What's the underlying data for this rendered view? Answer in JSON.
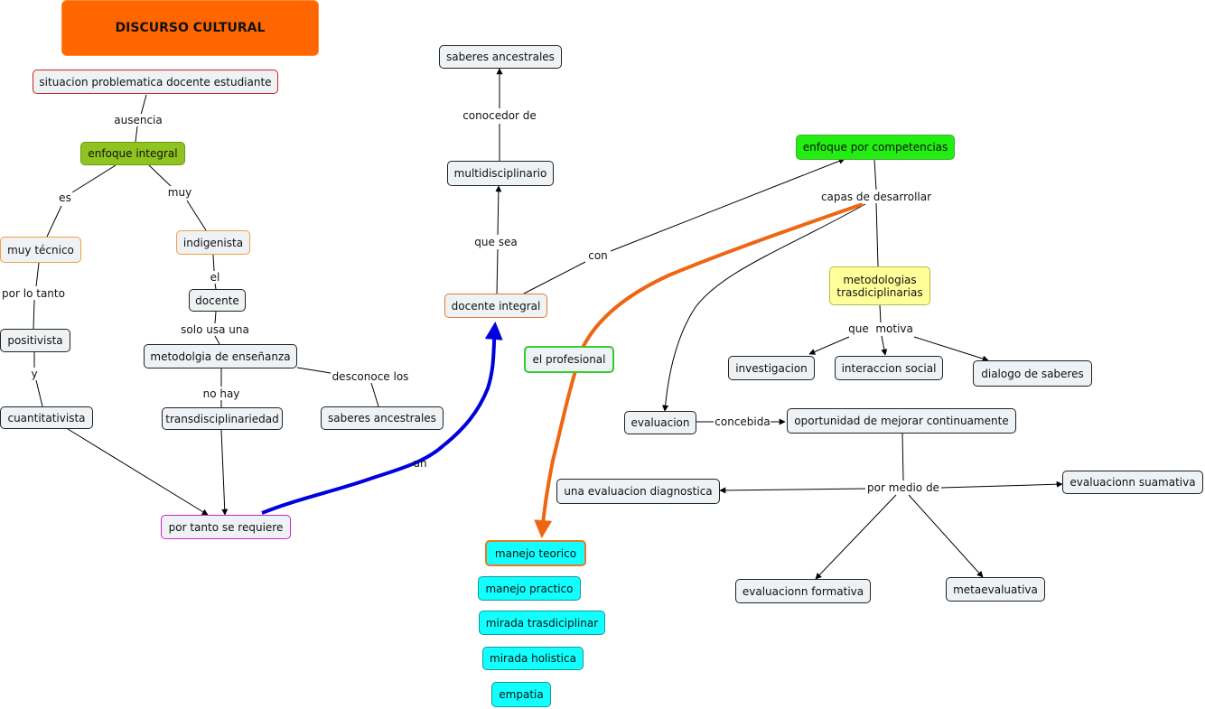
{
  "title": "DISCURSO CULTURAL",
  "nodes": {
    "situacion": "situacion problematica docente estudiante",
    "enfoque_integral": "enfoque integral",
    "muy_tecnico": "muy técnico",
    "indigenista": "indigenista",
    "docente": "docente",
    "positivista": "positivista",
    "metodologia": "metodolgia de enseñanza",
    "cuantitativista": "cuantitativista",
    "transdisciplinariedad": "transdisciplinariedad",
    "saberes_ancestrales_1": "saberes ancestrales",
    "por_tanto": "por tanto se requiere",
    "saberes_ancestrales_2": "saberes ancestrales",
    "multidisciplinario": "multidisciplinario",
    "docente_integral": "docente integral",
    "el_profesional": "el profesional",
    "manejo_teorico": "manejo teorico",
    "manejo_practico": "manejo practico",
    "mirada_trasdiciplinar": "mirada trasdiciplinar",
    "mirada_holistica": "mirada holistica",
    "empatia": "empatia",
    "enfoque_competencias": "enfoque por competencias",
    "metodologias": "metodologias trasdiciplinarias",
    "investigacion": "investigacion",
    "interaccion_social": "interaccion social",
    "dialogo_saberes": "dialogo de saberes",
    "evaluacion": "evaluacion",
    "oportunidad": "oportunidad de mejorar continuamente",
    "eval_diagnostica": "una evaluacion diagnostica",
    "eval_sumativa": "evaluacionn suamativa",
    "eval_formativa": "evaluacionn formativa",
    "metaevaluativa": "metaevaluativa"
  },
  "labels": {
    "ausencia": "ausencia",
    "es": "es",
    "muy": "muy",
    "por_lo_tanto": "por lo tanto",
    "el": "el",
    "solo_usa_una": "solo usa una",
    "y": "y",
    "no_hay": "no hay",
    "desconoce_los": "desconoce los",
    "un": "un",
    "conocedor_de": "conocedor de",
    "que_sea": "que sea",
    "con": "con",
    "capas_de_desarrollar": "capas de desarrollar",
    "que_motiva": "que  motiva",
    "concebida": "concebida",
    "por_medio_de": "por medio de"
  },
  "colors": {
    "title": "#ff6600",
    "enfoque_integral": "#8fc31f",
    "enfoque_competencias": "#22ee11",
    "metodologias": "#ffff99",
    "cyan": "#11ffff",
    "blue_link": "#0000dd",
    "orange_link": "#ee6611"
  }
}
